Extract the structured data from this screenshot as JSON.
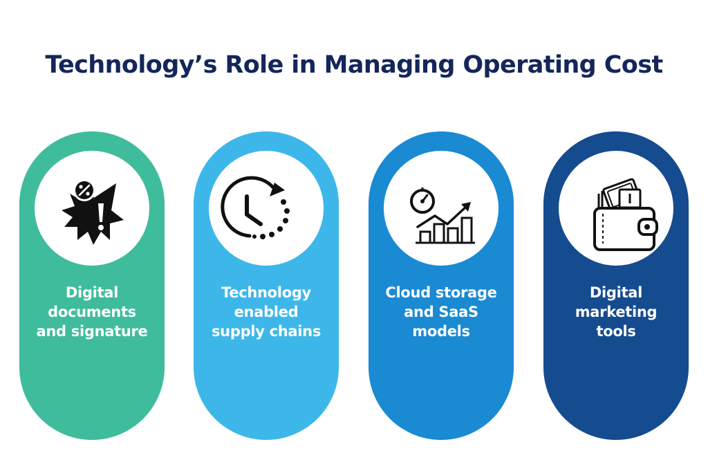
{
  "title": "Technology’s Role in Managing Operating Cost",
  "colors": {
    "title": "#14265a",
    "icon": "#111111",
    "circle": "#ffffff"
  },
  "cards": [
    {
      "line1": "Digital",
      "line2": "documents",
      "line3": "and signature",
      "icon": "warning-burst-icon",
      "color": "#3fbc9b"
    },
    {
      "line1": "Technology",
      "line2": "enabled",
      "line3": "supply chains",
      "icon": "clock-cycle-icon",
      "color": "#3db7ea"
    },
    {
      "line1": "Cloud storage",
      "line2": "and SaaS",
      "line3": "models",
      "icon": "gauge-growth-chart-icon",
      "color": "#1a8ad3"
    },
    {
      "line1": "Digital",
      "line2": "marketing",
      "line3": "tools",
      "icon": "wallet-icon",
      "color": "#154b8f"
    }
  ]
}
